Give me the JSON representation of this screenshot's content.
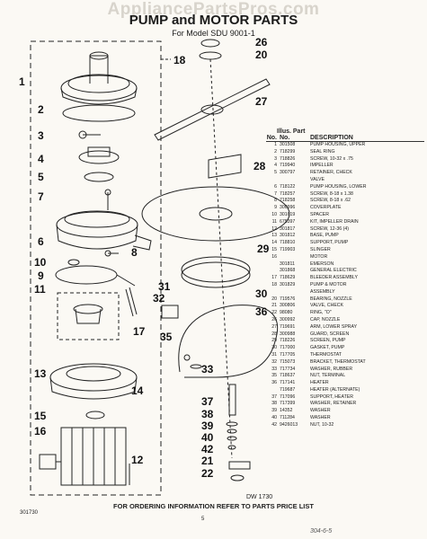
{
  "watermark": "AppliancePartsPros.com",
  "title": "PUMP and MOTOR PARTS",
  "subtitle": "For Model SDU 9001-1",
  "table": {
    "header_illus": "Illus. Part",
    "col_no": "No.",
    "col_part": "No.",
    "col_desc": "DESCRIPTION",
    "rows": [
      {
        "n": "1",
        "p": "301508",
        "d": "PUMP HOUSING, UPPER"
      },
      {
        "n": "2",
        "p": "718299",
        "d": "SEAL RING"
      },
      {
        "n": "3",
        "p": "718826",
        "d": "SCREW, 10-32 x .75"
      },
      {
        "n": "4",
        "p": "719940",
        "d": "IMPELLER"
      },
      {
        "n": "5",
        "p": "300797",
        "d": "RETAINER, CHECK"
      },
      {
        "n": "",
        "p": "",
        "d": "VALVE"
      },
      {
        "n": "6",
        "p": "718122",
        "d": "PUMP HOUSING, LOWER"
      },
      {
        "n": "7",
        "p": "718257",
        "d": "SCREW, 8-18 x 1.38"
      },
      {
        "n": "8",
        "p": "718258",
        "d": "SCREW, 8-18 x .62"
      },
      {
        "n": "9",
        "p": "300996",
        "d": "COVERPLATE"
      },
      {
        "n": "10",
        "p": "301619",
        "d": "SPACER"
      },
      {
        "n": "11",
        "p": "675397",
        "d": "KIT, IMPELLER DRAIN"
      },
      {
        "n": "12",
        "p": "301817",
        "d": "SCREW, 12-36 (4)"
      },
      {
        "n": "13",
        "p": "301812",
        "d": "BASE, PUMP"
      },
      {
        "n": "14",
        "p": "718810",
        "d": "SUPPORT, PUMP"
      },
      {
        "n": "15",
        "p": "719903",
        "d": "SLINGER"
      },
      {
        "n": "16",
        "p": "",
        "d": "MOTOR"
      },
      {
        "n": "",
        "p": "301811",
        "d": "EMERSON"
      },
      {
        "n": "",
        "p": "301868",
        "d": "GENERAL ELECTRIC"
      },
      {
        "n": "17",
        "p": "718629",
        "d": "BLEEDER ASSEMBLY"
      },
      {
        "n": "18",
        "p": "301829",
        "d": "PUMP & MOTOR"
      },
      {
        "n": "",
        "p": "",
        "d": "ASSEMBLY"
      },
      {
        "n": "20",
        "p": "719576",
        "d": "BEARING, NOZZLE"
      },
      {
        "n": "21",
        "p": "300806",
        "d": "VALVE, CHECK"
      },
      {
        "n": "22",
        "p": "98080",
        "d": "RING, \"O\""
      },
      {
        "n": "26",
        "p": "300992",
        "d": "CAP, NOZZLE"
      },
      {
        "n": "27",
        "p": "719691",
        "d": "ARM, LOWER SPRAY"
      },
      {
        "n": "28",
        "p": "300988",
        "d": "GUARD, SCREEN"
      },
      {
        "n": "29",
        "p": "718226",
        "d": "SCREEN, PUMP"
      },
      {
        "n": "30",
        "p": "717000",
        "d": "GASKET, PUMP"
      },
      {
        "n": "31",
        "p": "717705",
        "d": "THERMOSTAT"
      },
      {
        "n": "32",
        "p": "715073",
        "d": "BRACKET, THERMOSTAT"
      },
      {
        "n": "33",
        "p": "717734",
        "d": "WASHER, RUBBER"
      },
      {
        "n": "35",
        "p": "718637",
        "d": "NUT, TERMINAL"
      },
      {
        "n": "36",
        "p": "717141",
        "d": "HEATER"
      },
      {
        "n": "",
        "p": "719687",
        "d": "HEATER (ALTERNATE)"
      },
      {
        "n": "37",
        "p": "717096",
        "d": "SUPPORT, HEATER"
      },
      {
        "n": "38",
        "p": "717399",
        "d": "WASHER, RETAINER"
      },
      {
        "n": "39",
        "p": "14352",
        "d": "WASHER"
      },
      {
        "n": "40",
        "p": "711284",
        "d": "WASHER"
      },
      {
        "n": "42",
        "p": "9426013",
        "d": "NUT, 10-32"
      }
    ]
  },
  "callouts": [
    {
      "label": "1",
      "key": "c1"
    },
    {
      "label": "2",
      "key": "c2"
    },
    {
      "label": "3",
      "key": "c3"
    },
    {
      "label": "4",
      "key": "c4"
    },
    {
      "label": "5",
      "key": "c5"
    },
    {
      "label": "7",
      "key": "c7"
    },
    {
      "label": "6",
      "key": "c6"
    },
    {
      "label": "8",
      "key": "c8"
    },
    {
      "label": "10",
      "key": "c10"
    },
    {
      "label": "9",
      "key": "c9"
    },
    {
      "label": "11",
      "key": "c11"
    },
    {
      "label": "17",
      "key": "c17"
    },
    {
      "label": "13",
      "key": "c13"
    },
    {
      "label": "14",
      "key": "c14"
    },
    {
      "label": "15",
      "key": "c15"
    },
    {
      "label": "16",
      "key": "c16"
    },
    {
      "label": "12",
      "key": "c12"
    },
    {
      "label": "18",
      "key": "c18"
    },
    {
      "label": "26",
      "key": "c26"
    },
    {
      "label": "20",
      "key": "c20"
    },
    {
      "label": "27",
      "key": "c27"
    },
    {
      "label": "28",
      "key": "c28"
    },
    {
      "label": "29",
      "key": "c29"
    },
    {
      "label": "31",
      "key": "c31"
    },
    {
      "label": "32",
      "key": "c32"
    },
    {
      "label": "30",
      "key": "c30"
    },
    {
      "label": "36",
      "key": "c36"
    },
    {
      "label": "35",
      "key": "c35"
    },
    {
      "label": "33",
      "key": "c33"
    },
    {
      "label": "37",
      "key": "c37"
    },
    {
      "label": "38",
      "key": "c38"
    },
    {
      "label": "39",
      "key": "c39"
    },
    {
      "label": "40",
      "key": "c40"
    },
    {
      "label": "42",
      "key": "c42"
    },
    {
      "label": "21",
      "key": "c21"
    },
    {
      "label": "22",
      "key": "c22"
    }
  ],
  "dw_code": "DW 1730",
  "footer": "FOR ORDERING INFORMATION REFER TO PARTS PRICE LIST",
  "doc_code": "301730",
  "page_number": "5",
  "signature": "304-6-5"
}
